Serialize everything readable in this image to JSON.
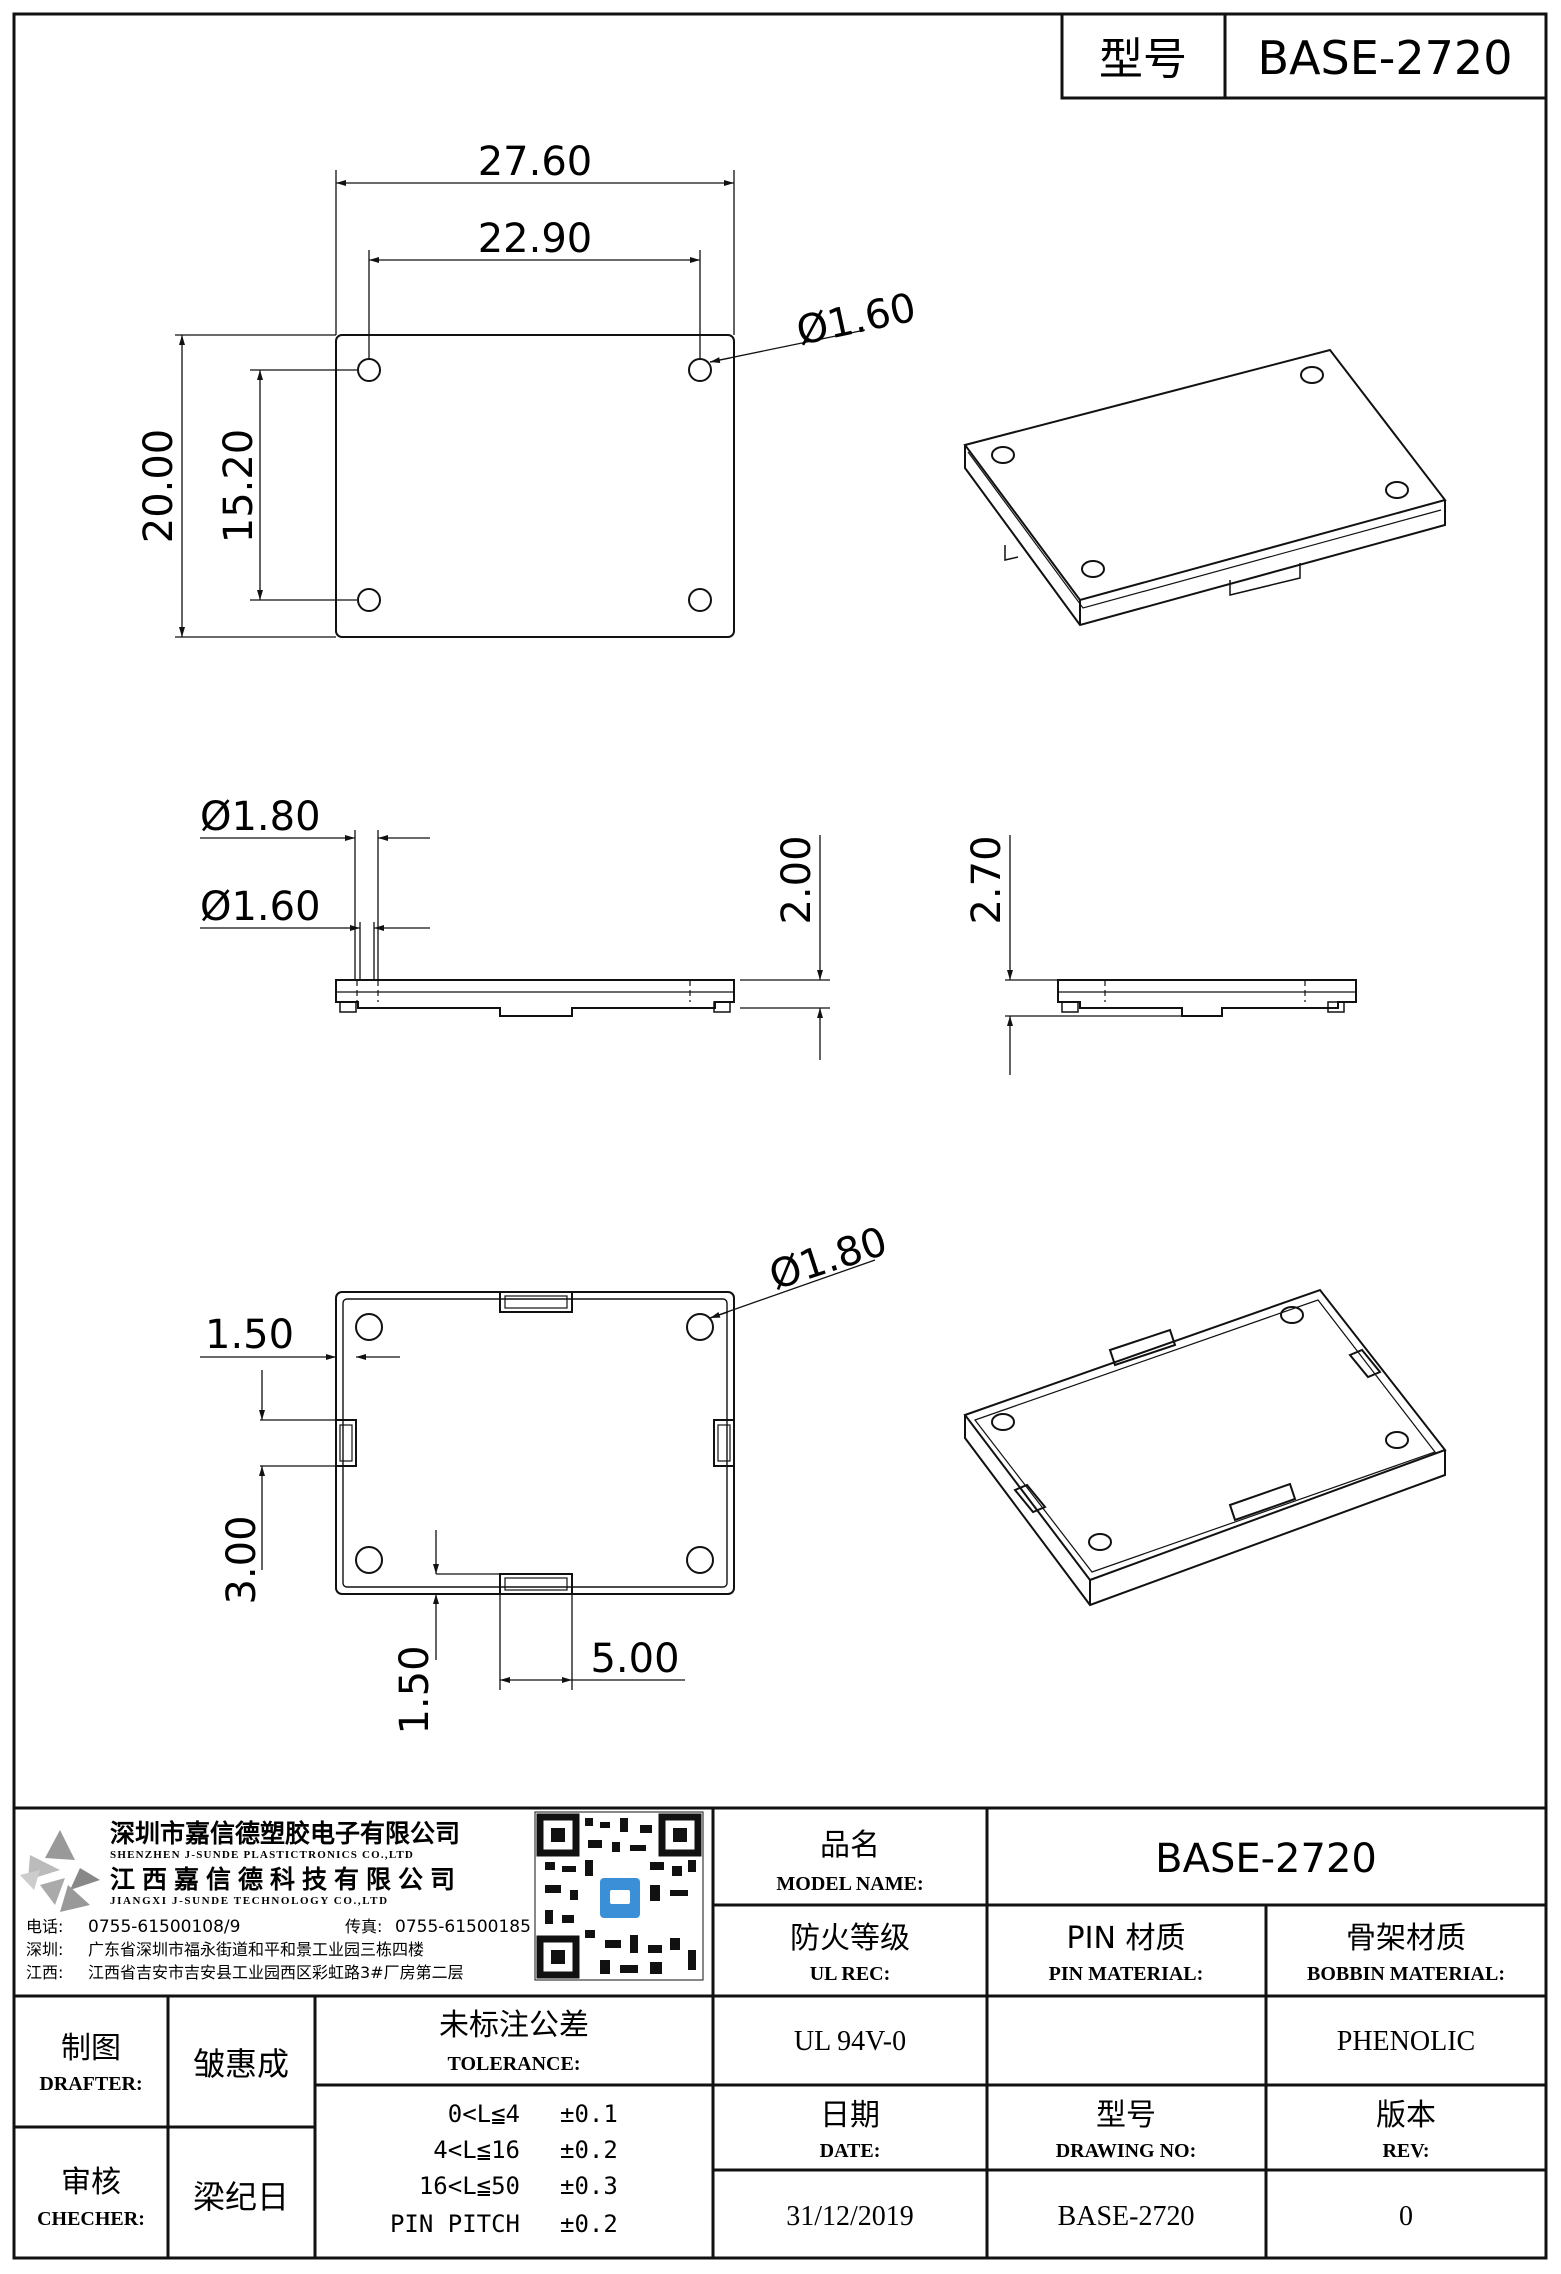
{
  "header": {
    "model_label": "型号",
    "model_value": "BASE-2720"
  },
  "dimensions": {
    "top_width": "27.60",
    "hole_pitch_x": "22.90",
    "hole_dia_top": "Ø1.60",
    "height": "20.00",
    "hole_pitch_y": "15.20",
    "pin_dia_outer": "Ø1.80",
    "pin_dia_inner": "Ø1.60",
    "thickness": "2.00",
    "total_thickness": "2.70",
    "hole_dia_bottom": "Ø1.80",
    "edge_offset_left": "1.50",
    "tab_height": "3.00",
    "edge_offset_bottom": "1.50",
    "tab_width": "5.00"
  },
  "company": {
    "name_cn_1": "深圳市嘉信德塑胶电子有限公司",
    "name_en_1": "SHENZHEN J-SUNDE PLASTICTRONICS CO.,LTD",
    "name_cn_2": "江西嘉信德科技有限公司",
    "name_en_2": "JIANGXI J-SUNDE TECHNOLOGY CO.,LTD",
    "tel_label": "电话:",
    "tel": "0755-61500108/9",
    "fax_label": "传真:",
    "fax": "0755-61500185",
    "addr1_label": "深圳:",
    "addr1": "广东省深圳市福永街道和平和景工业园三栋四楼",
    "addr2_label": "江西:",
    "addr2": "江西省吉安市吉安县工业园西区彩虹路3#厂房第二层"
  },
  "title_block": {
    "model_name_cn": "品名",
    "model_name_en": "MODEL NAME:",
    "model_name_value": "BASE-2720",
    "ul_cn": "防火等级",
    "ul_en": "UL REC:",
    "ul_value": "UL 94V-0",
    "pin_cn": "PIN 材质",
    "pin_en": "PIN MATERIAL:",
    "pin_value": "",
    "bobbin_cn": "骨架材质",
    "bobbin_en": "BOBBIN MATERIAL:",
    "bobbin_value": "PHENOLIC",
    "drafter_cn": "制图",
    "drafter_en": "DRAFTER:",
    "drafter_name": "皱惠成",
    "checker_cn": "审核",
    "checker_en": "CHECHER:",
    "checker_name": "梁纪日",
    "tolerance_cn": "未标注公差",
    "tolerance_en": "TOLERANCE:",
    "tolerances": [
      {
        "range": "0<L≦4",
        "value": "±0.1"
      },
      {
        "range": "4<L≦16",
        "value": "±0.2"
      },
      {
        "range": "16<L≦50",
        "value": "±0.3"
      },
      {
        "range": "PIN PITCH",
        "value": "±0.2"
      }
    ],
    "date_cn": "日期",
    "date_en": "DATE:",
    "date_value": "31/12/2019",
    "drawing_no_cn": "型号",
    "drawing_no_en": "DRAWING NO:",
    "drawing_no_value": "BASE-2720",
    "rev_cn": "版本",
    "rev_en": "REV:",
    "rev_value": "0"
  },
  "icons": {
    "logo": "j-sunde-logo",
    "qr": "qr-code"
  }
}
